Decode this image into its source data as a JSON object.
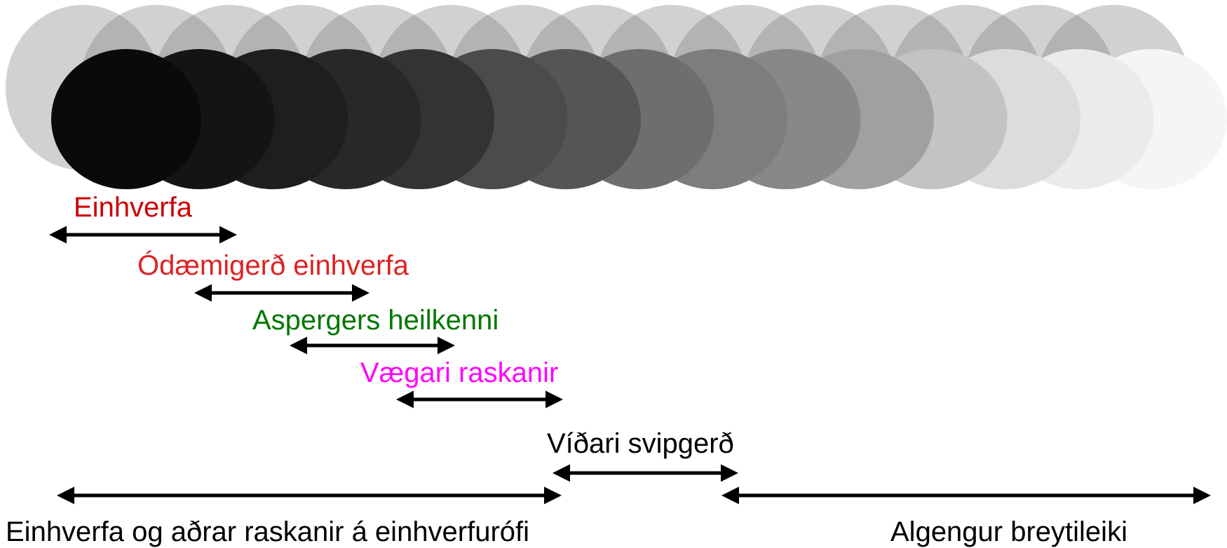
{
  "labels": {
    "autism": "Einhverfa",
    "atypical_autism": "Ódæmigerð einhverfa",
    "asperger": "Aspergers heilkenni",
    "milder": "Vægari raskanir",
    "broader_phenotype": "Víðari svipgerð",
    "spectrum": "Einhverfa og aðrar raskanir á einhverfurófi",
    "common_variation": "Algengur breytileiki"
  },
  "colors": {
    "autism": "#cc0000",
    "atypical_autism": "#dd2222",
    "asperger": "#007700",
    "milder": "#ff00ff",
    "black": "#000000"
  },
  "gradient": {
    "front_grays": [
      "#0a0a0a",
      "#141414",
      "#1e1e1e",
      "#282828",
      "#333333",
      "#4b4b4b",
      "#555555",
      "#6e6e6e",
      "#7d7d7d",
      "#888888",
      "#a0a0a0",
      "#c3c3c3",
      "#dcdcdc",
      "#ebebeb",
      "#f5f5f5"
    ],
    "back_opacity": 0.35
  }
}
